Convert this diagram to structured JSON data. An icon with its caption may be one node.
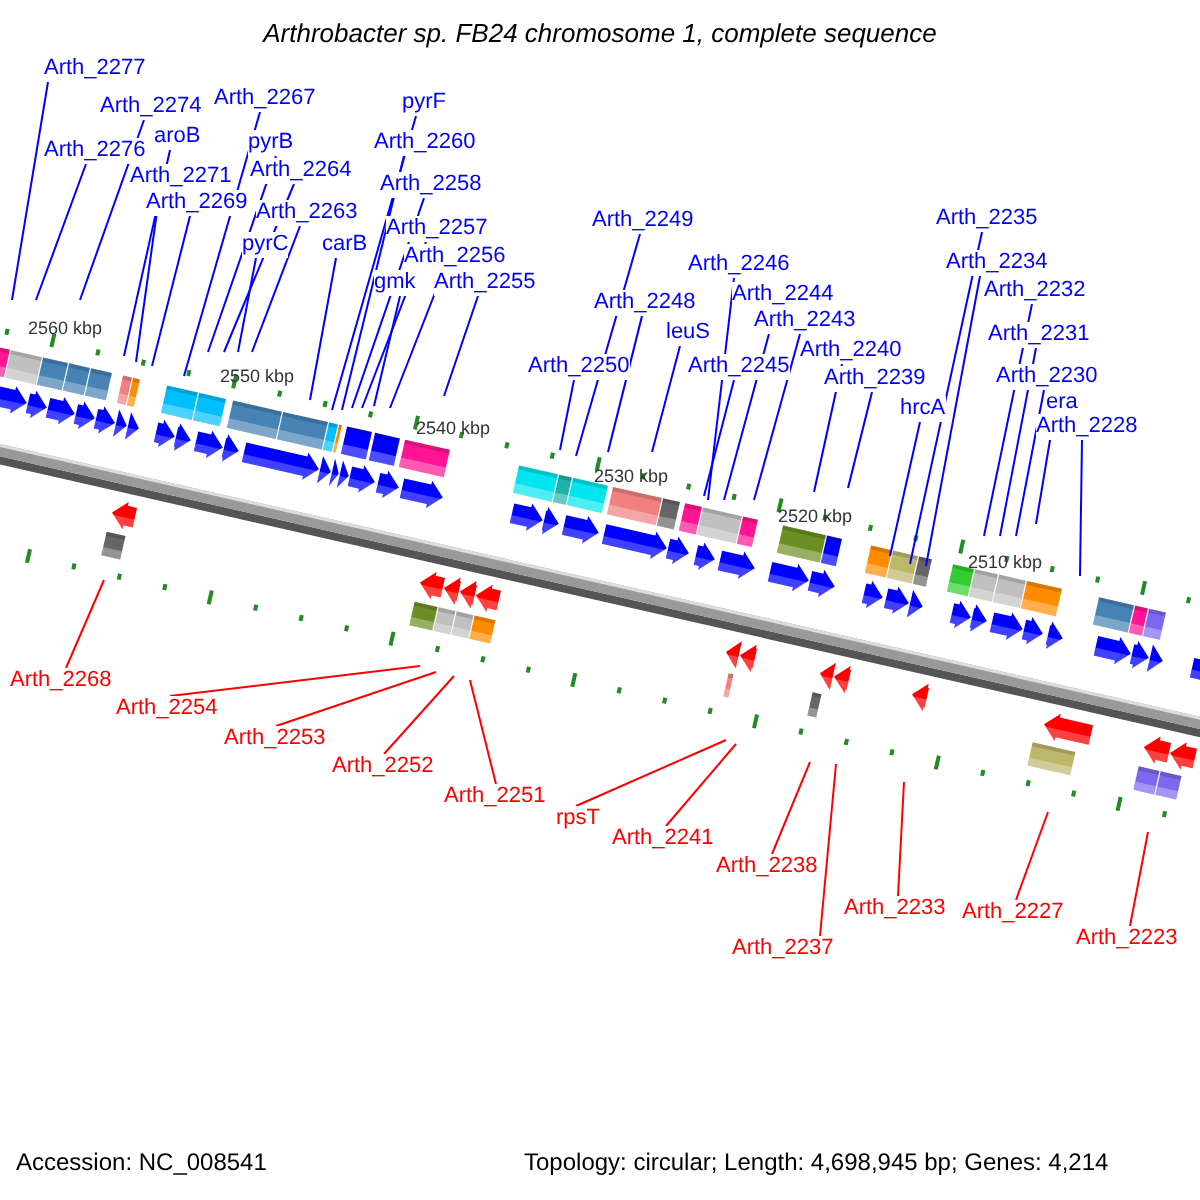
{
  "diagram": {
    "title": "Arthrobacter sp. FB24 chromosome 1, complete sequence",
    "nodes": [
      {
        "text": [
          "Arth_2277"
        ]
      },
      {
        "text": [
          "Arth_2274"
        ]
      },
      {
        "text": [
          "aroB"
        ]
      },
      {
        "text": [
          "Arth_2276"
        ]
      },
      {
        "text": [
          "Arth_2271"
        ]
      },
      {
        "text": [
          "Arth_2269"
        ]
      },
      {
        "text": [
          "Arth_2267"
        ]
      },
      {
        "text": [
          "pyrB"
        ]
      },
      {
        "text": [
          "Arth_2264"
        ]
      },
      {
        "text": [
          "Arth_2263"
        ]
      },
      {
        "text": [
          "pyrC"
        ]
      },
      {
        "text": [
          "carB"
        ]
      },
      {
        "text": [
          "pyrF"
        ]
      },
      {
        "text": [
          "Arth_2260"
        ]
      },
      {
        "text": [
          "Arth_2258"
        ]
      },
      {
        "text": [
          "Arth_2257"
        ]
      },
      {
        "text": [
          "Arth_2256"
        ]
      },
      {
        "text": [
          "gmk"
        ]
      },
      {
        "text": [
          "Arth_2255"
        ]
      },
      {
        "text": [
          "Arth_2249"
        ]
      },
      {
        "text": [
          "Arth_2246"
        ]
      },
      {
        "text": [
          "Arth_2248"
        ]
      },
      {
        "text": [
          "Arth_2244"
        ]
      },
      {
        "text": [
          "leuS"
        ]
      },
      {
        "text": [
          "Arth_2243"
        ]
      },
      {
        "text": [
          "Arth_2250"
        ]
      },
      {
        "text": [
          "Arth_2245"
        ]
      },
      {
        "text": [
          "Arth_2240"
        ]
      },
      {
        "text": [
          "Arth_2239"
        ]
      },
      {
        "text": [
          "hrcA"
        ]
      },
      {
        "text": [
          "Arth_2235"
        ]
      },
      {
        "text": [
          "Arth_2234"
        ]
      },
      {
        "text": [
          "Arth_2232"
        ]
      },
      {
        "text": [
          "Arth_2231"
        ]
      },
      {
        "text": [
          "Arth_2230"
        ]
      },
      {
        "text": [
          "era"
        ]
      },
      {
        "text": [
          "Arth_2228"
        ]
      },
      {
        "text": [
          "Arth_2268"
        ]
      },
      {
        "text": [
          "Arth_2254"
        ]
      },
      {
        "text": [
          "Arth_2253"
        ]
      },
      {
        "text": [
          "Arth_2252"
        ]
      },
      {
        "text": [
          "Arth_2251"
        ]
      },
      {
        "text": [
          "rpsT"
        ]
      },
      {
        "text": [
          "Arth_2241"
        ]
      },
      {
        "text": [
          "Arth_2238"
        ]
      },
      {
        "text": [
          "Arth_2237"
        ]
      },
      {
        "text": [
          "Arth_2233"
        ]
      },
      {
        "text": [
          "Arth_2227"
        ]
      },
      {
        "text": [
          "Arth_2223"
        ]
      }
    ],
    "edges": [
      {
        "from": 0,
        "to": null,
        "arrow": "none"
      },
      {
        "from": 1,
        "to": null,
        "arrow": "none"
      },
      {
        "from": 2,
        "to": null,
        "arrow": "none"
      },
      {
        "from": 3,
        "to": null,
        "arrow": "none"
      },
      {
        "from": 4,
        "to": null,
        "arrow": "none"
      },
      {
        "from": 5,
        "to": null,
        "arrow": "none"
      },
      {
        "from": 6,
        "to": null,
        "arrow": "none"
      },
      {
        "from": 7,
        "to": null,
        "arrow": "none"
      },
      {
        "from": 8,
        "to": null,
        "arrow": "none"
      },
      {
        "from": 9,
        "to": null,
        "arrow": "none"
      },
      {
        "from": 10,
        "to": null,
        "arrow": "none"
      },
      {
        "from": 11,
        "to": null,
        "arrow": "none"
      },
      {
        "from": 12,
        "to": null,
        "arrow": "none"
      },
      {
        "from": 13,
        "to": null,
        "arrow": "none"
      },
      {
        "from": 14,
        "to": null,
        "arrow": "none"
      },
      {
        "from": 15,
        "to": null,
        "arrow": "none"
      },
      {
        "from": 16,
        "to": null,
        "arrow": "none"
      },
      {
        "from": 17,
        "to": null,
        "arrow": "none"
      },
      {
        "from": 18,
        "to": null,
        "arrow": "none"
      },
      {
        "from": 19,
        "to": null,
        "arrow": "none"
      },
      {
        "from": 20,
        "to": null,
        "arrow": "none"
      },
      {
        "from": 21,
        "to": null,
        "arrow": "none"
      },
      {
        "from": 22,
        "to": null,
        "arrow": "none"
      },
      {
        "from": 23,
        "to": null,
        "arrow": "none"
      },
      {
        "from": 24,
        "to": null,
        "arrow": "none"
      },
      {
        "from": 25,
        "to": null,
        "arrow": "none"
      },
      {
        "from": 26,
        "to": null,
        "arrow": "none"
      },
      {
        "from": 27,
        "to": null,
        "arrow": "none"
      },
      {
        "from": 28,
        "to": null,
        "arrow": "none"
      },
      {
        "from": 29,
        "to": null,
        "arrow": "none"
      },
      {
        "from": 30,
        "to": null,
        "arrow": "none"
      },
      {
        "from": 31,
        "to": null,
        "arrow": "none"
      },
      {
        "from": 32,
        "to": null,
        "arrow": "none"
      },
      {
        "from": 33,
        "to": null,
        "arrow": "none"
      },
      {
        "from": 34,
        "to": null,
        "arrow": "none"
      },
      {
        "from": 35,
        "to": null,
        "arrow": "none"
      },
      {
        "from": 36,
        "to": null,
        "arrow": "none"
      },
      {
        "from": 37,
        "to": null,
        "arrow": "none",
        "color": "#ff0000"
      },
      {
        "from": 38,
        "to": null,
        "arrow": "none",
        "color": "#ff0000"
      },
      {
        "from": 39,
        "to": null,
        "arrow": "none",
        "color": "#ff0000"
      },
      {
        "from": 40,
        "to": null,
        "arrow": "none",
        "color": "#ff0000"
      },
      {
        "from": 41,
        "to": null,
        "arrow": "none",
        "color": "#ff0000"
      },
      {
        "from": 42,
        "to": null,
        "arrow": "none",
        "color": "#ff0000"
      },
      {
        "from": 43,
        "to": null,
        "arrow": "none",
        "color": "#ff0000"
      },
      {
        "from": 44,
        "to": null,
        "arrow": "none",
        "color": "#ff0000"
      },
      {
        "from": 45,
        "to": null,
        "arrow": "none",
        "color": "#ff0000"
      },
      {
        "from": 46,
        "to": null,
        "arrow": "none",
        "color": "#ff0000"
      },
      {
        "from": 47,
        "to": null,
        "arrow": "none",
        "color": "#ff0000"
      },
      {
        "from": 48,
        "to": null,
        "arrow": "none",
        "color": "#ff0000"
      }
    ],
    "labels": [
      "2560 kbp",
      "2550 kbp",
      "2540 kbp",
      "2530 kbp",
      "2520 kbp",
      "2510 kbp",
      "Accession: NC_008541",
      "Topology: circular; Length: 4,698,945 bp; Genes: 4,214"
    ]
  }
}
